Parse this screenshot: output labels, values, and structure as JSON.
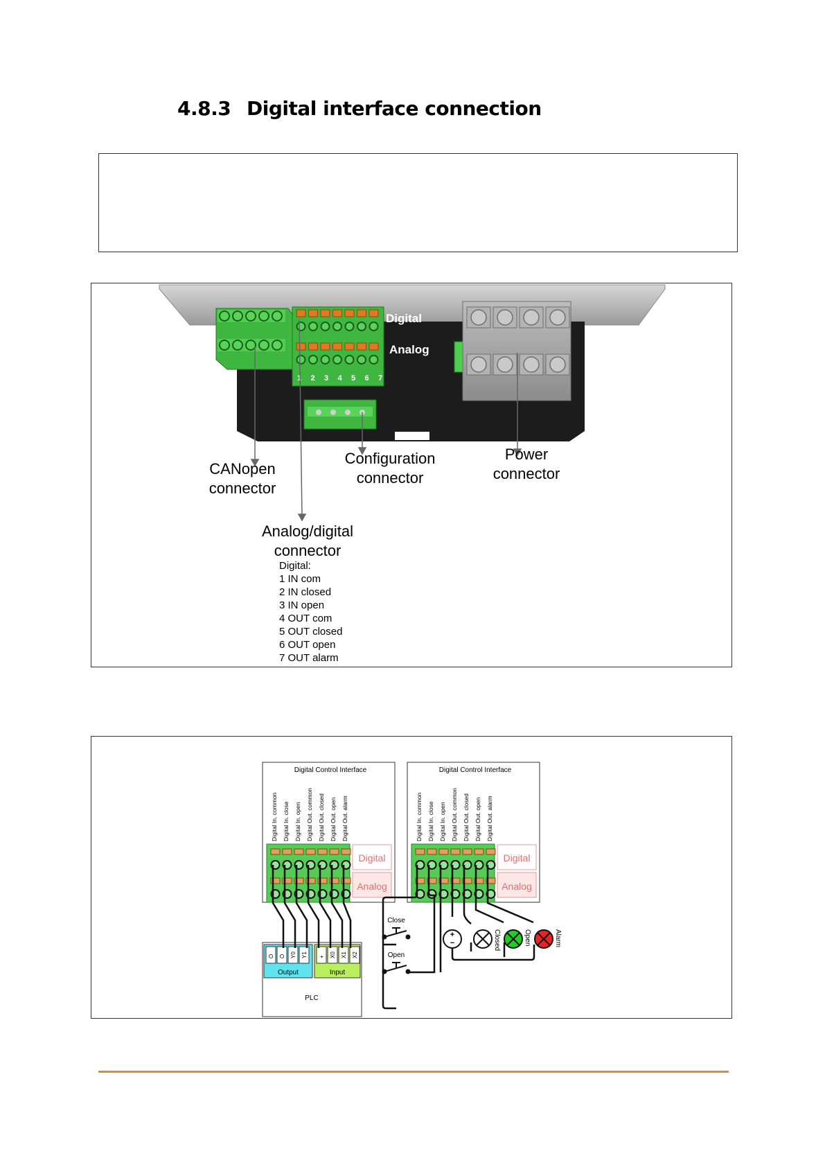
{
  "section": {
    "number": "4.8.3",
    "title": "Digital interface connection"
  },
  "note": {
    "text": ""
  },
  "figure1": {
    "row_labels": {
      "digital": "Digital",
      "analog": "Analog"
    },
    "pin_numbers": [
      "1",
      "2",
      "3",
      "4",
      "5",
      "6",
      "7"
    ],
    "callouts": {
      "canopen": [
        "CANopen",
        "connector"
      ],
      "configuration": [
        "Configuration",
        "connector"
      ],
      "power": [
        "Power",
        "connector"
      ],
      "analog_digital": [
        "Analog/digital",
        "connector"
      ]
    },
    "pinout_title": "Digital:",
    "pinout": [
      "1 IN com",
      "2 IN closed",
      "3 IN open",
      "4 OUT com",
      "5 OUT closed",
      "6 OUT open",
      "7 OUT alarm"
    ]
  },
  "figure2": {
    "left_panel": {
      "title": "Digital Control Interface",
      "pin_labels": [
        "Digital In. common",
        "Digital In. close",
        "Digital In. open",
        "Digital Out. common",
        "Digital Out. closed",
        "Digital Out. open",
        "Digital Out. alarm"
      ],
      "row_labels": {
        "digital": "Digital",
        "analog": "Analog"
      }
    },
    "right_panel": {
      "title": "Digital Control Interface",
      "pin_labels": [
        "Digital In. common",
        "Digital In. close",
        "Digital In. open",
        "Digital Out. common",
        "Digital Out. closed",
        "Digital Out. open",
        "Digital Out. alarm"
      ],
      "row_labels": {
        "digital": "Digital",
        "analog": "Analog"
      }
    },
    "plc": {
      "label": "PLC",
      "output_label": "Output",
      "input_label": "Input",
      "output_terminals": [
        "O",
        "O",
        "Y0",
        "Y1"
      ],
      "input_terminals": [
        "+",
        "X0",
        "X1",
        "X2"
      ]
    },
    "switches": {
      "close": "Close",
      "open": "Open"
    },
    "lamps": {
      "closed": "Closed",
      "open": "Open",
      "alarm": "Alarm"
    },
    "colors": {
      "connector_green": "#55cc55",
      "output_cyan": "#5fe3ef",
      "input_lime": "#b9ef5c",
      "lamp_green": "#22cc22",
      "lamp_red": "#ee2222",
      "label_pink": "#e07070"
    }
  },
  "colors": {
    "footer_rule": "#d98c3a"
  }
}
